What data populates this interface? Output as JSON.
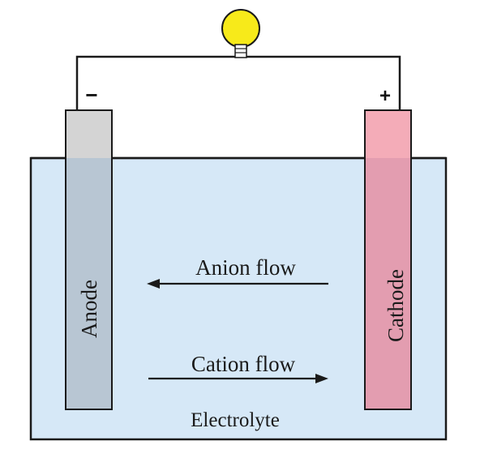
{
  "labels": {
    "anode": "Anode",
    "cathode": "Cathode",
    "anion_flow": "Anion flow",
    "cation_flow": "Cation flow",
    "electrolyte": "Electrolyte",
    "negative_terminal": "−",
    "positive_terminal": "+"
  },
  "colors": {
    "electrolyte_fill": "#d6e8f7",
    "anode_top": "#d4d4d4",
    "anode_submerged": "#b8c6d3",
    "cathode_top": "#f4acb8",
    "cathode_submerged": "#e39db0",
    "bulb": "#f7ea1a",
    "outline": "#1a1a1a"
  },
  "icons": {
    "bulb": "light-bulb-icon"
  }
}
